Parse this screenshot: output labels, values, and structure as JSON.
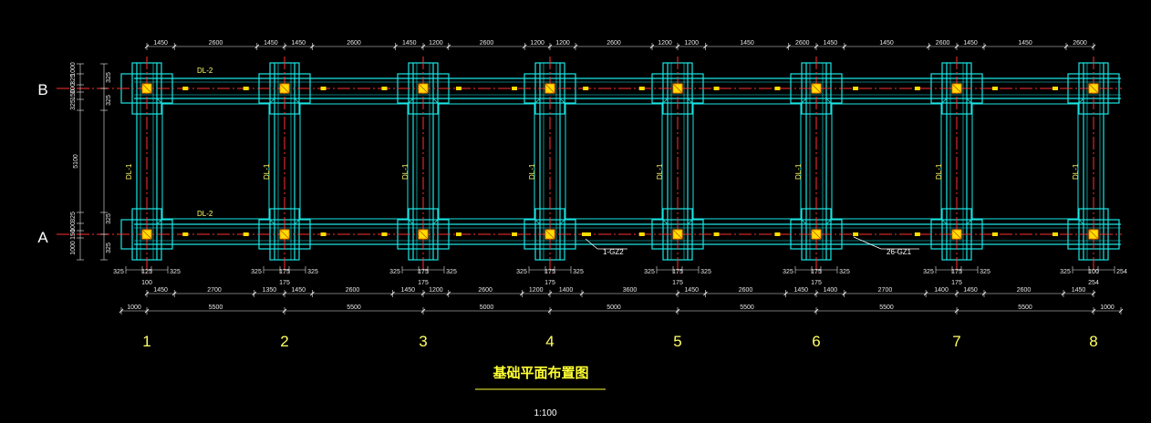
{
  "grid_axes": [
    "1",
    "2",
    "3",
    "4",
    "5",
    "6",
    "7",
    "8"
  ],
  "grid_rows": [
    "B",
    "A"
  ],
  "top_dims": [
    "1450",
    "2600",
    "1450",
    "1450",
    "2600",
    "1450",
    "1200",
    "2600",
    "1200",
    "1200",
    "2600",
    "1200",
    "1200",
    "1450",
    "2600",
    "1450",
    "1450",
    "2600",
    "1450",
    "1450",
    "2600",
    "1450"
  ],
  "bottom_dims_row1": [
    "325",
    "125",
    "325",
    "325",
    "175",
    "325",
    "325",
    "175",
    "325",
    "325",
    "175",
    "325",
    "325",
    "175",
    "325",
    "325",
    "175",
    "325",
    "325",
    "175",
    "325",
    "325",
    "100",
    "254"
  ],
  "bottom_dims_row2": [
    "1450",
    "2700",
    "1350",
    "1450",
    "2600",
    "1450",
    "1200",
    "2600",
    "1200",
    "1400",
    "3600",
    "1450",
    "2600",
    "1450",
    "1400",
    "2700",
    "1400",
    "1450",
    "2600",
    "1450"
  ],
  "bottom_dims_small": [
    "100",
    "175",
    "175",
    "175",
    "175",
    "175",
    "175",
    "254"
  ],
  "overall_dims": [
    "1000",
    "5500",
    "5500",
    "5000",
    "5000",
    "5500",
    "5500",
    "5500",
    "1000"
  ],
  "left_dims": [
    "1000",
    "325",
    "100",
    "150",
    "325",
    "5100",
    "325",
    "100",
    "150",
    "1000"
  ],
  "beam_labels": {
    "horizontal": [
      "DL-2",
      "DL-2"
    ],
    "vertical": [
      "DL-1",
      "DL-1",
      "DL-1",
      "DL-1",
      "DL-1",
      "DL-1",
      "DL-1",
      "DL-1"
    ]
  },
  "callouts": [
    "1-GZ2",
    "26-GZ1"
  ],
  "title": "基础平面布置图",
  "scale": "1:100",
  "colors": {
    "background": "#000000",
    "foundation_outline": "#19e6e6",
    "grid_line": "#ff3030",
    "column": "#ffdd00",
    "dimension": "#e8e8e8",
    "title": "#ffff33"
  }
}
